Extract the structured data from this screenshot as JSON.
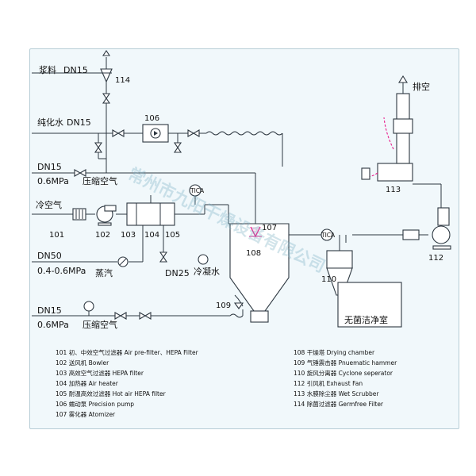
{
  "diagram": {
    "labels": {
      "slurry": "浆料",
      "slurry_dn": "DN15",
      "pure_water": "纯化水",
      "pure_water_dn": "DN15",
      "air_dn": "DN15",
      "air_pressure": "0.6MPa",
      "compressed_air": "压缩空气",
      "cold_air": "冷空气",
      "steam_dn": "DN50",
      "steam_pressure": "0.4-0.6MPa",
      "steam": "蒸汽",
      "condensate_dn": "DN25",
      "condensate": "冷凝水",
      "air2_dn": "DN15",
      "air2_pressure": "0.6MPa",
      "compressed_air2": "压缩空气",
      "exhaust": "排空",
      "clean_room": "无菌洁净室",
      "tica": "TICA"
    },
    "numbers": {
      "n101": "101",
      "n102": "102",
      "n103": "103",
      "n104": "104",
      "n105": "105",
      "n106": "106",
      "n107": "107",
      "n108": "108",
      "n109": "109",
      "n110": "110",
      "n112": "112",
      "n113": "113",
      "n114": "114"
    },
    "watermark": "常州市九阳干燥设备有限公司",
    "legend_left": [
      "101     初、中效空气过滤器 Air pre-filter、HEPA Filter",
      "102     送风机  Bowler",
      "103     高效空气过滤器  HEPA filter",
      "104     加热器  Air  heater",
      "105     耐温高效过滤器  Hot air HEPA filter",
      "106     蠕动泵  Precision pump",
      "107     雾化器  Atomizer"
    ],
    "legend_right": [
      "108     干燥塔  Drying chamber",
      "109     气锤震击器  Pnuematic hammer",
      "110     旋风分离器  Cyclone seperator",
      "112     引风机  Exhaust Fan",
      "113     水膜除尘器  Wet Scrubber",
      "114     除菌过滤器  Germfree Filter"
    ],
    "colors": {
      "line": "#2d3740",
      "panel": "#f1f8fb",
      "duct": "#e91e8c",
      "watermark": "#7fb3c6"
    }
  }
}
